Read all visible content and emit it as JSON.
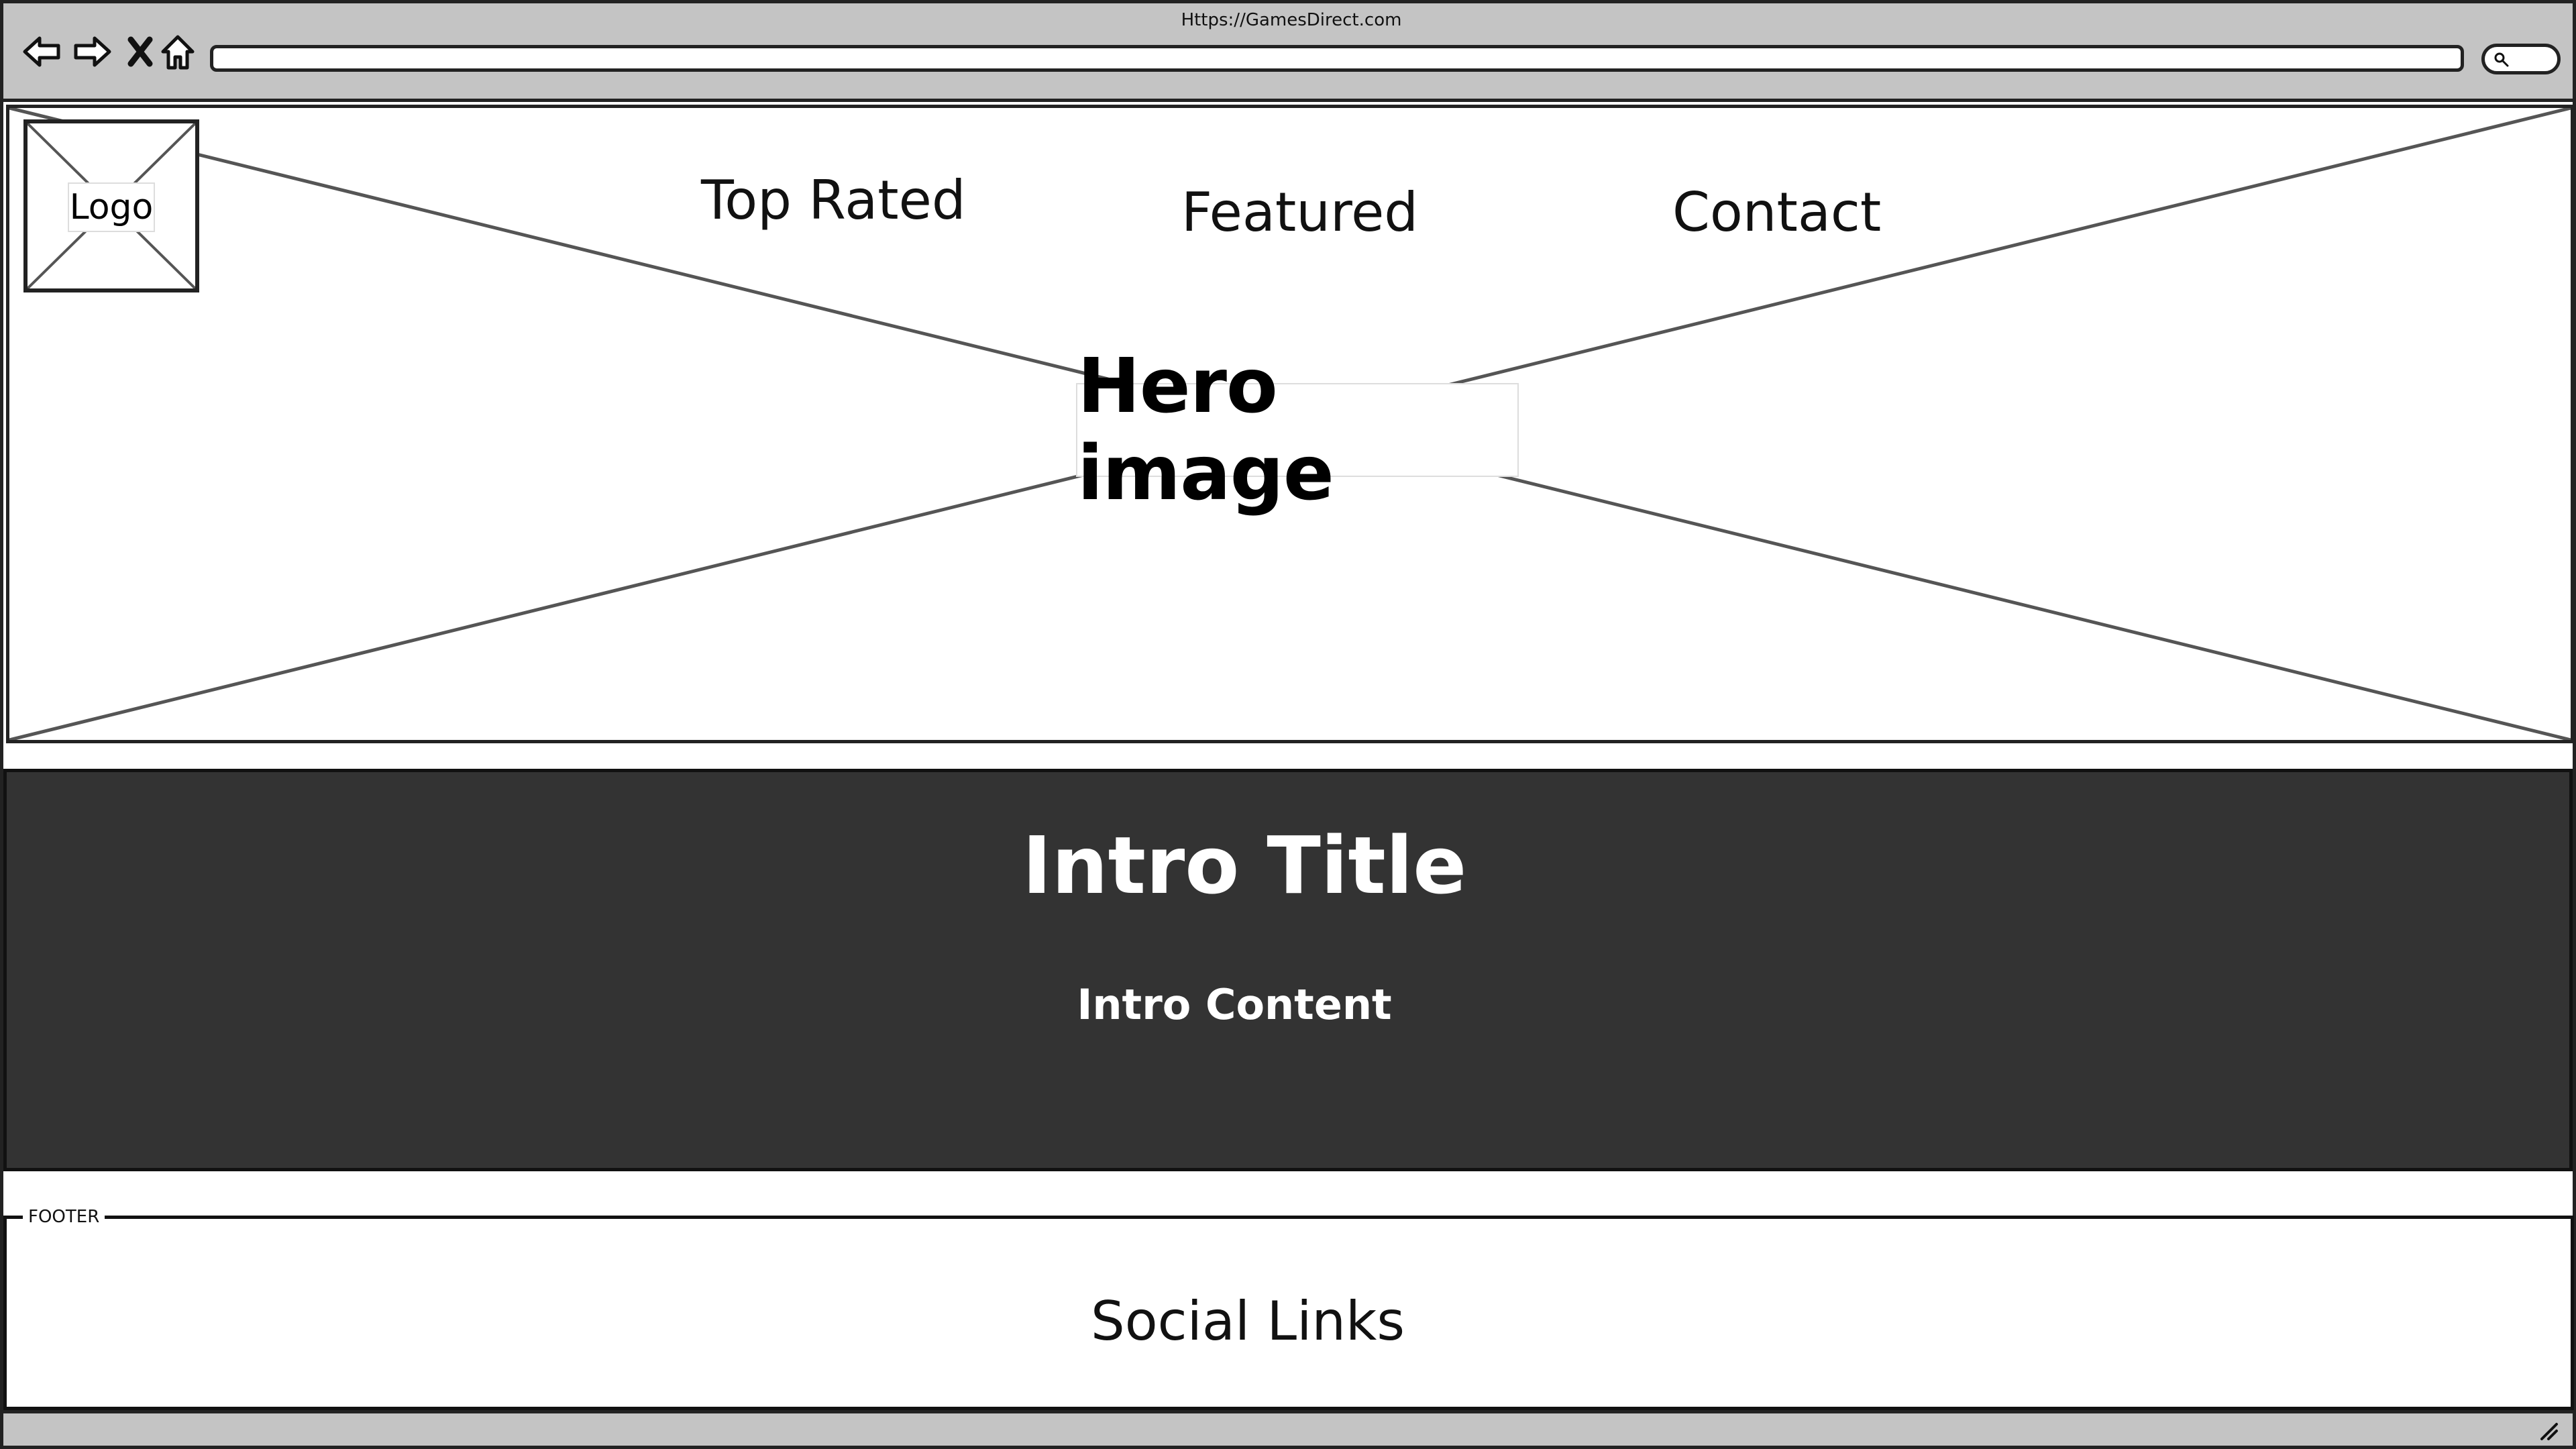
{
  "browser": {
    "url": "Https://GamesDirect.com",
    "icons": {
      "back": "arrow-left-icon",
      "forward": "arrow-right-icon",
      "stop": "close-icon",
      "home": "home-icon",
      "search": "search-icon"
    }
  },
  "header": {
    "logo_label": "Logo",
    "nav": {
      "top_rated": "Top Rated",
      "featured": "Featured",
      "contact": "Contact"
    }
  },
  "hero": {
    "label": "Hero image"
  },
  "intro": {
    "title": "Intro Title",
    "content": "Intro Content",
    "background": "#333333",
    "text_color": "#ffffff"
  },
  "footer": {
    "legend": "FOOTER",
    "social_links": "Social Links"
  },
  "colors": {
    "chrome": "#c4c4c4",
    "outline": "#222222",
    "page": "#ffffff"
  }
}
